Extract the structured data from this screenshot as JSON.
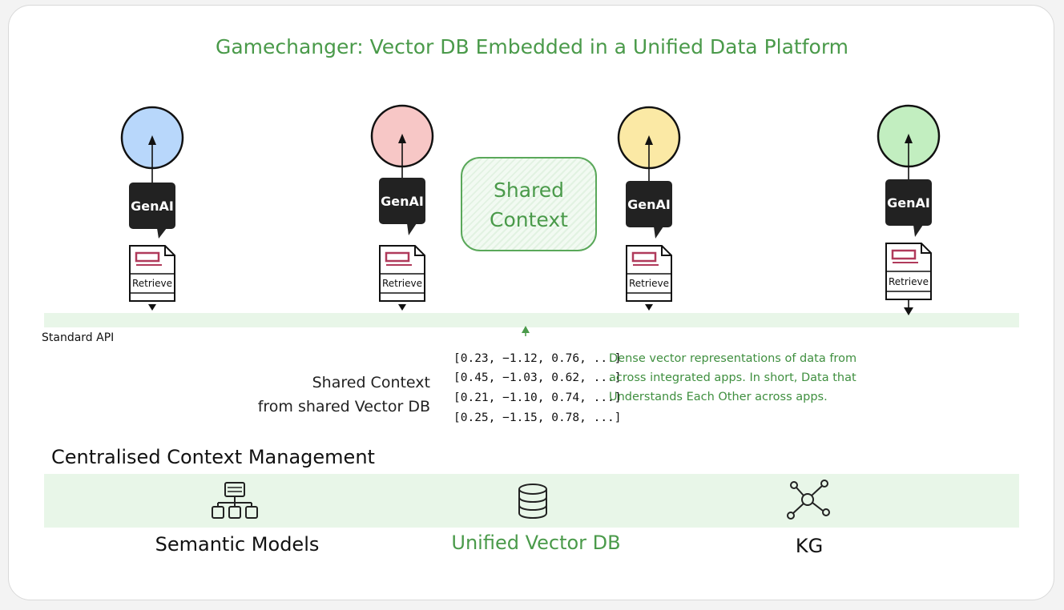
{
  "title": "Gamechanger: Vector DB Embedded in a Unified Data Platform",
  "apps": [
    {
      "color": "#b8d7fb",
      "genai_label": "GenAI",
      "retrieve_label": "Retrieve"
    },
    {
      "color": "#f7c7c6",
      "genai_label": "GenAI",
      "retrieve_label": "Retrieve"
    },
    {
      "color": "#fbe9a5",
      "genai_label": "GenAI",
      "retrieve_label": "Retrieve"
    },
    {
      "color": "#c2eec0",
      "genai_label": "GenAI",
      "retrieve_label": "Retrieve"
    }
  ],
  "shared_context_box": {
    "line1": "Shared",
    "line2": "Context"
  },
  "standard_api_label": "Standard API",
  "shared_context_label": {
    "line1": "Shared Context",
    "line2": "from shared Vector DB"
  },
  "vectors": [
    "[0.23, −1.12, 0.76, ...]",
    "[0.45, −1.03, 0.62, ...]",
    "[0.21, −1.10, 0.74, ...]",
    "[0.25, −1.15, 0.78, ...]"
  ],
  "dense_description": "Dense vector representations of data from across integrated apps. In short, Data that Understands Each Other across apps.",
  "centralised_title": "Centralised Context Management",
  "bottom_items": [
    {
      "label": "Semantic Models",
      "icon": "hierarchy-icon"
    },
    {
      "label": "Unified Vector DB",
      "icon": "database-icon"
    },
    {
      "label": "KG",
      "icon": "knowledge-graph-icon"
    }
  ],
  "colors": {
    "accent_green": "#4a9a4a",
    "band_green": "#e8f6e8",
    "dark": "#222222",
    "doc_accent": "#b03a5b"
  }
}
